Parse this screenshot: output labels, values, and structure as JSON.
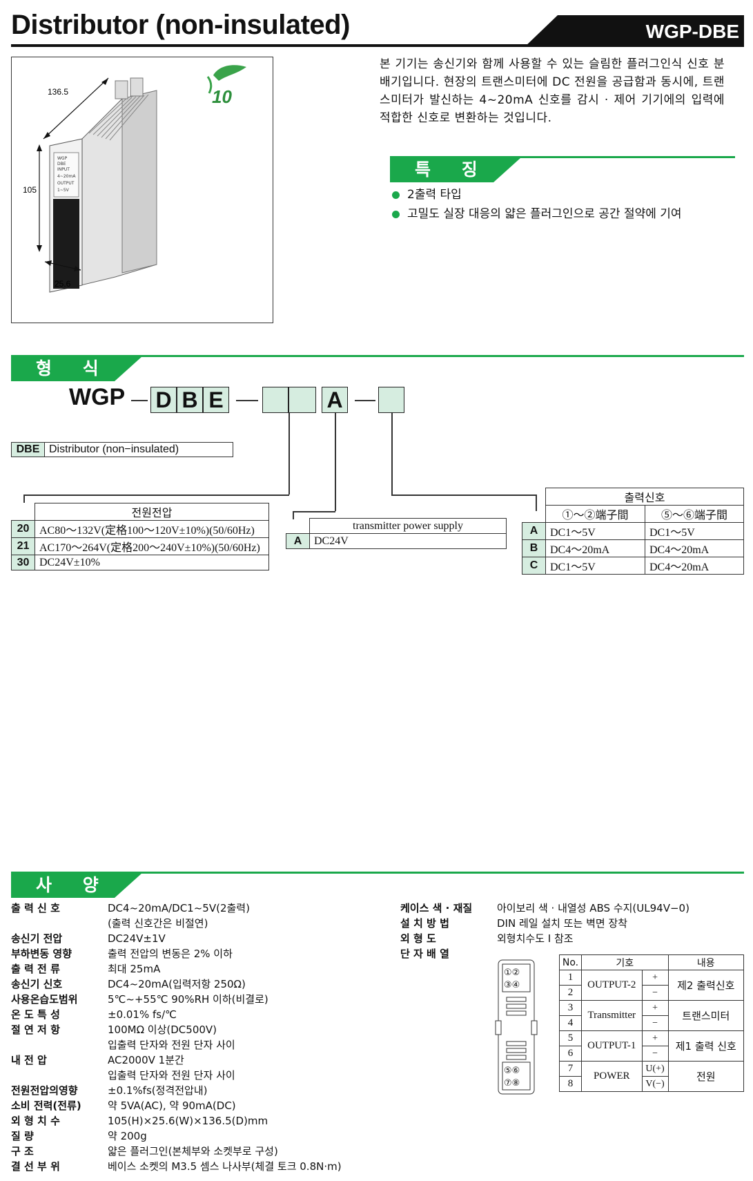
{
  "header": {
    "title": "Distributor (non-insulated)",
    "model": "WGP-DBE"
  },
  "photo": {
    "dim_depth": "136.5",
    "dim_height": "105",
    "dim_width": "25.6",
    "eco_badge": "10",
    "front_label_lines": [
      "WGP",
      "DBE",
      "INPUT",
      "4~20mA",
      "OUTPUT",
      "1~5V"
    ]
  },
  "description": "본 기기는 송신기와 함께 사용할 수 있는 슬림한 플러그인식 신호 분배기입니다. 현장의 트랜스미터에 DC 전원을 공급함과 동시에, 트랜스미터가 발신하는 4~20mA 신호를 감시 · 제어 기기에의 입력에 적합한 신호로 변환하는 것입니다.",
  "features": {
    "heading": "특 징",
    "items": [
      "2출력 타입",
      "고밀도 실장 대응의 얇은 플러그인으로 공간 절약에 기여"
    ]
  },
  "model_section": {
    "heading": "형 식",
    "prefix": "WGP",
    "letters": [
      "D",
      "B",
      "E"
    ],
    "fixed_letter": "A",
    "dbe_code": "DBE",
    "dbe_desc": "Distributor (non−insulated)"
  },
  "power_table": {
    "header": "전원전압",
    "rows": [
      {
        "code": "20",
        "text": "AC80～132V(定格100～120V±10%)(50/60Hz)"
      },
      {
        "code": "21",
        "text": "AC170～264V(定格200～240V±10%)(50/60Hz)"
      },
      {
        "code": "30",
        "text": "DC24V±10%"
      }
    ]
  },
  "tps_table": {
    "header": "transmitter power supply",
    "rows": [
      {
        "code": "A",
        "text": "DC24V"
      }
    ]
  },
  "output_table": {
    "header": "출력신호",
    "col1": "①～②端子間",
    "col2": "⑤～⑥端子間",
    "rows": [
      {
        "code": "A",
        "c1": "DC1～5V",
        "c2": "DC1～5V"
      },
      {
        "code": "B",
        "c1": "DC4～20mA",
        "c2": "DC4～20mA"
      },
      {
        "code": "C",
        "c1": "DC1～5V",
        "c2": "DC4～20mA"
      }
    ]
  },
  "specs": {
    "heading": "사 양",
    "left": [
      {
        "label": "출 력 신 호",
        "value": "DC4~20mA/DC1~5V(2출력)"
      },
      {
        "label": "",
        "value": "(출력 신호간은 비절연)"
      },
      {
        "label": "송신기 전압",
        "value": "DC24V±1V"
      },
      {
        "label": "부하변동 영향",
        "value": "출력 전압의 변동은 2% 이하"
      },
      {
        "label": "출 력 전 류",
        "value": "최대 25mA"
      },
      {
        "label": "송신기 신호",
        "value": "DC4~20mA(입력저항 250Ω)"
      },
      {
        "label": "사용온습도범위",
        "value": "5℃~+55℃ 90%RH 이하(비결로)"
      },
      {
        "label": "온 도 특 성",
        "value": "±0.01% fs/℃"
      },
      {
        "label": "절 연 저 항",
        "value": "100MΩ 이상(DC500V)"
      },
      {
        "label": "",
        "value": "입출력 단자와 전원 단자 사이"
      },
      {
        "label": "내 전 압",
        "value": "AC2000V 1분간"
      },
      {
        "label": "",
        "value": "입출력 단자와 전원 단자 사이"
      },
      {
        "label": "전원전압의영향",
        "value": "±0.1%fs(정격전압내)"
      },
      {
        "label": "소비 전력(전류)",
        "value": "약 5VA(AC), 약 90mA(DC)"
      },
      {
        "label": "외 형 치 수",
        "value": "105(H)×25.6(W)×136.5(D)mm"
      },
      {
        "label": "질 량",
        "value": "약 200g"
      },
      {
        "label": "구 조",
        "value": "얇은 플러그인(본체부와 소켓부로 구성)"
      },
      {
        "label": "결 선 부 위",
        "value": "베이스 소켓의 M3.5 셈스 나사부(체결 토크 0.8N·m)"
      }
    ],
    "right": [
      {
        "label": "케이스 색 · 재질",
        "value": "아이보리 색 · 내열성 ABS 수지(UL94V−0)"
      },
      {
        "label": "설 치 방 법",
        "value": "DIN 레일 설치 또는 벽면 장착"
      },
      {
        "label": "외 형 도",
        "value": "외형치수도 I 참조"
      },
      {
        "label": "단 자 배 열",
        "value": ""
      }
    ]
  },
  "terminal": {
    "socket_labels": [
      "①②",
      "③④",
      "⑤⑥",
      "⑦⑧"
    ],
    "header_no": "No.",
    "header_sym": "기호",
    "header_desc": "내용",
    "groups": [
      {
        "nos": [
          "1",
          "2"
        ],
        "sym": "OUTPUT-2",
        "pol": [
          "+",
          "−"
        ],
        "desc": "제2 출력신호"
      },
      {
        "nos": [
          "3",
          "4"
        ],
        "sym": "Transmitter",
        "pol": [
          "+",
          "−"
        ],
        "desc": "트랜스미터"
      },
      {
        "nos": [
          "5",
          "6"
        ],
        "sym": "OUTPUT-1",
        "pol": [
          "+",
          "−"
        ],
        "desc": "제1 출력 신호"
      },
      {
        "nos": [
          "7",
          "8"
        ],
        "sym": "POWER",
        "pol": [
          "U(+)",
          "V(−)"
        ],
        "desc": "전원"
      }
    ]
  }
}
